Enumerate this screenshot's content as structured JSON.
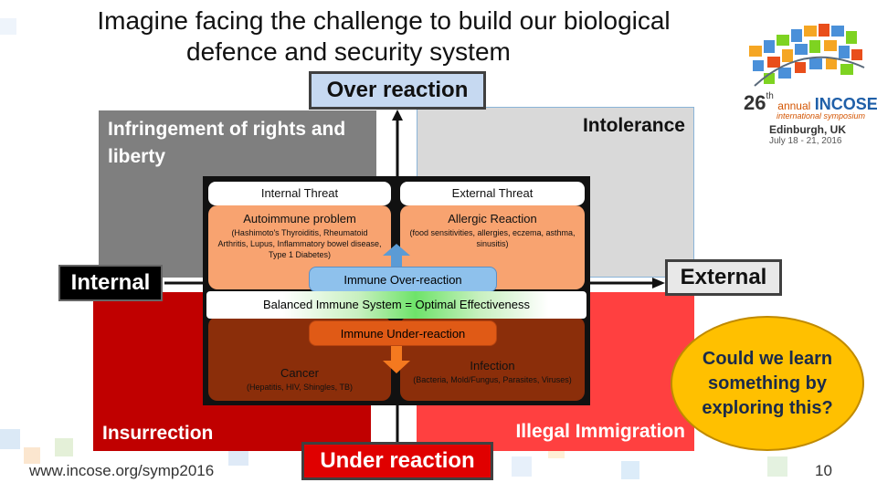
{
  "slide": {
    "title_line1": "Imagine facing the challenge to build our biological",
    "title_line2": "defence and security system",
    "footer_url": "www.incose.org/symp2016",
    "page_number": "10"
  },
  "logo": {
    "number": "26",
    "ordinal": "th",
    "annual": "annual",
    "brand": "INCOSE",
    "subtitle": "international symposium",
    "location": "Edinburgh, UK",
    "dates": "July 18 - 21, 2016"
  },
  "axes": {
    "top": "Over reaction",
    "bottom": "Under reaction",
    "left": "Internal",
    "right": "External"
  },
  "quadrants": {
    "top_left": "Infringement of rights and liberty",
    "top_right": "Intolerance",
    "bottom_left": "Insurrection",
    "bottom_right": "Illegal Immigration"
  },
  "inner": {
    "col_internal": "Internal Threat",
    "col_external": "External Threat",
    "autoimmune_title": "Autoimmune problem",
    "autoimmune_detail": "(Hashimoto's Thyroiditis, Rheumatoid Arthritis, Lupus, Inflammatory bowel disease, Type 1 Diabetes)",
    "allergic_title": "Allergic Reaction",
    "allergic_detail": "(food sensitivities, allergies, eczema, asthma, sinusitis)",
    "over_reaction": "Immune Over-reaction",
    "balanced": "Balanced Immune System = Optimal Effectiveness",
    "under_reaction": "Immune Under-reaction",
    "cancer_title": "Cancer",
    "cancer_detail": "(Hepatitis, HIV, Shingles, TB)",
    "infection_title": "Infection",
    "infection_detail": "(Bacteria, Mold/Fungus, Parasites, Viruses)"
  },
  "callout": "Could we learn something by exploring this?",
  "colors": {
    "tl": "#7f7f7f",
    "tr": "#d9d9d9",
    "bl": "#c00000",
    "br": "#ff4040",
    "orange": "#f8a370",
    "brown": "#8b2e0a",
    "blue": "#8ec1ec",
    "callout": "#ffc000"
  }
}
